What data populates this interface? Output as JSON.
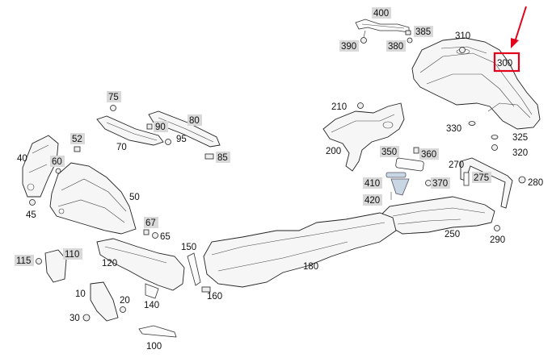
{
  "diagram": {
    "highlight_color": "#e3001b",
    "highlighted_part": "300",
    "labels": {
      "p10": "10",
      "p20": "20",
      "p30": "30",
      "p40": "40",
      "p45": "45",
      "p50": "50",
      "p52": "52",
      "p60": "60",
      "p65": "65",
      "p67": "67",
      "p70": "70",
      "p75": "75",
      "p80": "80",
      "p85": "85",
      "p90": "90",
      "p95": "95",
      "p100": "100",
      "p110": "110",
      "p115": "115",
      "p120": "120",
      "p140": "140",
      "p150": "150",
      "p160": "160",
      "p180": "180",
      "p200": "200",
      "p210": "210",
      "p250": "250",
      "p270": "270",
      "p275": "275",
      "p280": "280",
      "p290": "290",
      "p300": "300",
      "p310": "310",
      "p320": "320",
      "p325": "325",
      "p330": "330",
      "p350": "350",
      "p360": "360",
      "p370": "370",
      "p380": "380",
      "p385": "385",
      "p390": "390",
      "p400": "400",
      "p410": "410",
      "p420": "420"
    }
  }
}
